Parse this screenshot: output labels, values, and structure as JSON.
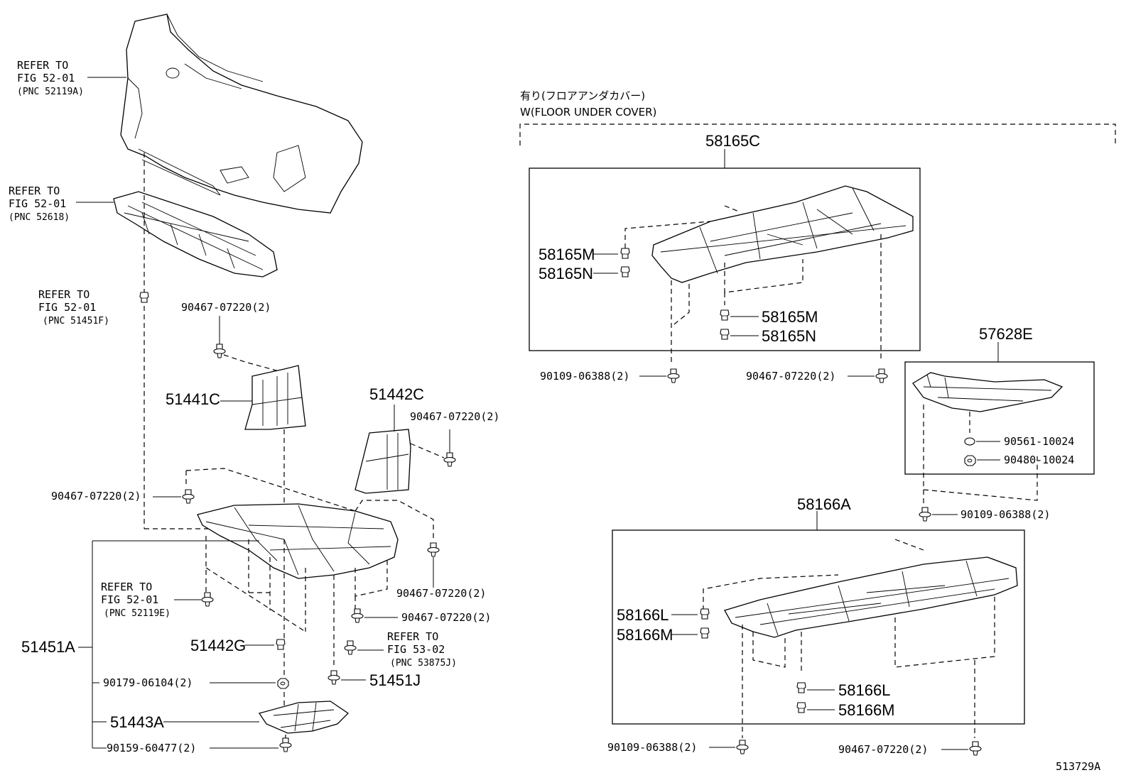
{
  "diagram_id": "513729A",
  "section": {
    "title_jp": "有り(フロアアンダカバー)",
    "title_en": "W(FLOOR UNDER COVER)"
  },
  "refs": {
    "r1": {
      "l1": "REFER TO",
      "l2": "FIG 52-01",
      "l3": "(PNC 52119A)"
    },
    "r2": {
      "l1": "REFER TO",
      "l2": "FIG 52-01",
      "l3": "(PNC 52618)"
    },
    "r3": {
      "l1": "REFER TO",
      "l2": "FIG 52-01",
      "l3": "(PNC 51451F)"
    },
    "r4": {
      "l1": "REFER TO",
      "l2": "FIG 52-01",
      "l3": "(PNC 52119E)"
    },
    "r5": {
      "l1": "REFER TO",
      "l2": "FIG 53-02",
      "l3": "(PNC 53875J)"
    }
  },
  "parts": {
    "p51441C": "51441C",
    "p51442C": "51442C",
    "p51451A": "51451A",
    "p51442G": "51442G",
    "p51451J": "51451J",
    "p51443A": "51443A",
    "p58165C": "58165C",
    "p58165M_a": "58165M",
    "p58165N_a": "58165N",
    "p58165M_b": "58165M",
    "p58165N_b": "58165N",
    "p57628E": "57628E",
    "p58166A": "58166A",
    "p58166L_a": "58166L",
    "p58166M_a": "58166M",
    "p58166L_b": "58166L",
    "p58166M_b": "58166M"
  },
  "fasteners": {
    "f1": "90467-07220(2)",
    "f2": "90467-07220(2)",
    "f3": "90467-07220(2)",
    "f4": "90467-07220(2)",
    "f5": "90467-07220(2)",
    "f6": "90179-06104(2)",
    "f7": "90159-60477(2)",
    "f8": "90109-06388(2)",
    "f9": "90467-07220(2)",
    "f10": "90561-10024",
    "f11": "90480-10024",
    "f12": "90109-06388(2)",
    "f13": "90109-06388(2)",
    "f14": "90467-07220(2)"
  },
  "icons": [
    "clip-icon",
    "bolt-icon",
    "nut-icon",
    "washer-icon"
  ],
  "colors": {
    "ink": "#000000",
    "paper": "#ffffff"
  }
}
